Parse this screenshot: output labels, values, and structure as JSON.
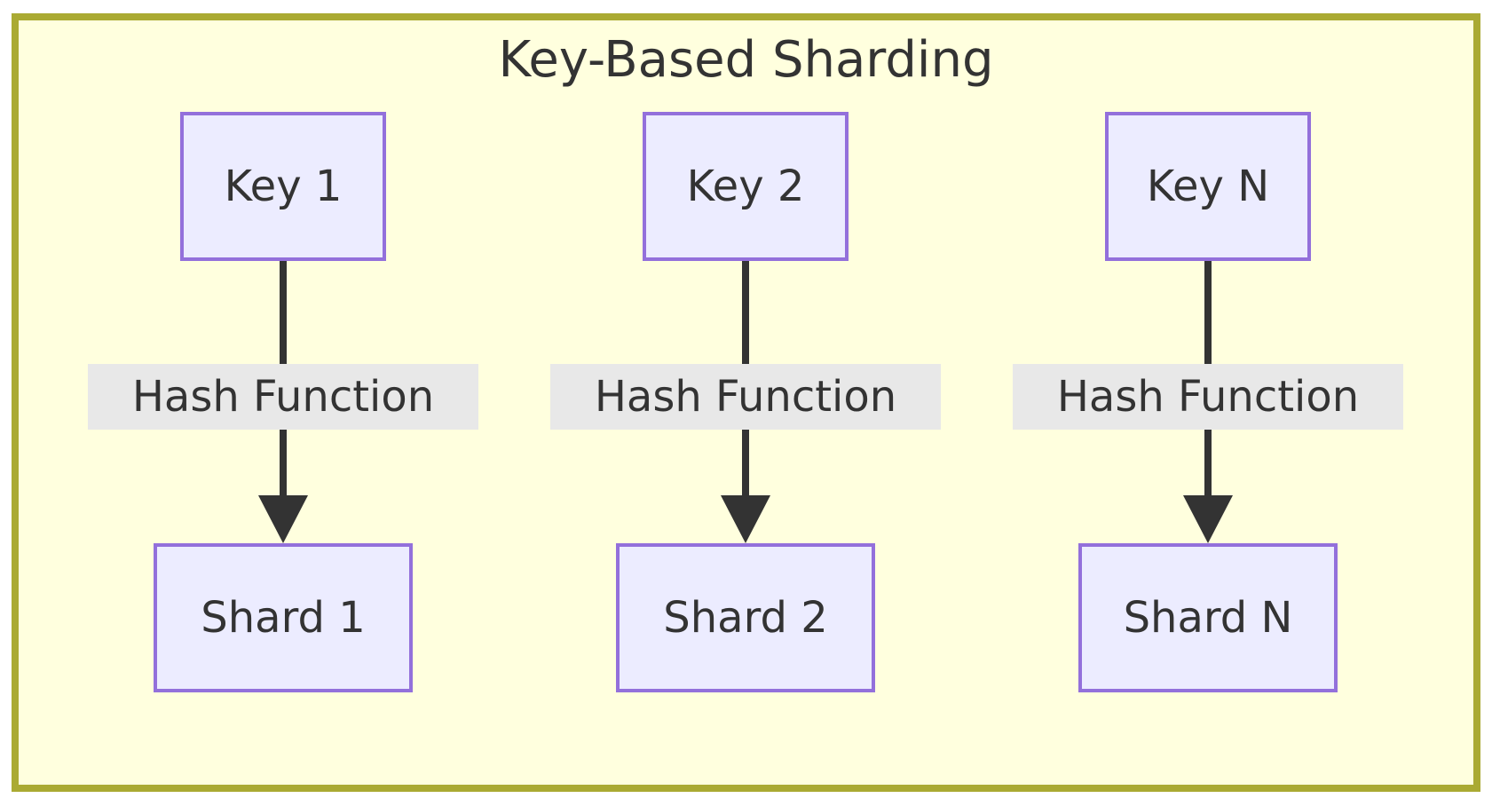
{
  "title": "Key-Based Sharding",
  "columns": [
    {
      "key": "Key 1",
      "edge_label": "Hash Function",
      "shard": "Shard 1"
    },
    {
      "key": "Key 2",
      "edge_label": "Hash Function",
      "shard": "Shard 2"
    },
    {
      "key": "Key N",
      "edge_label": "Hash Function",
      "shard": "Shard N"
    }
  ],
  "colors": {
    "canvas_bg": "#ffffff",
    "container_bg": "#ffffde",
    "container_border": "#aaaa33",
    "node_bg": "#ececff",
    "node_border": "#9370db",
    "edge_color": "#333333",
    "edge_label_bg": "#e8e8e8",
    "text_color": "#333333"
  }
}
